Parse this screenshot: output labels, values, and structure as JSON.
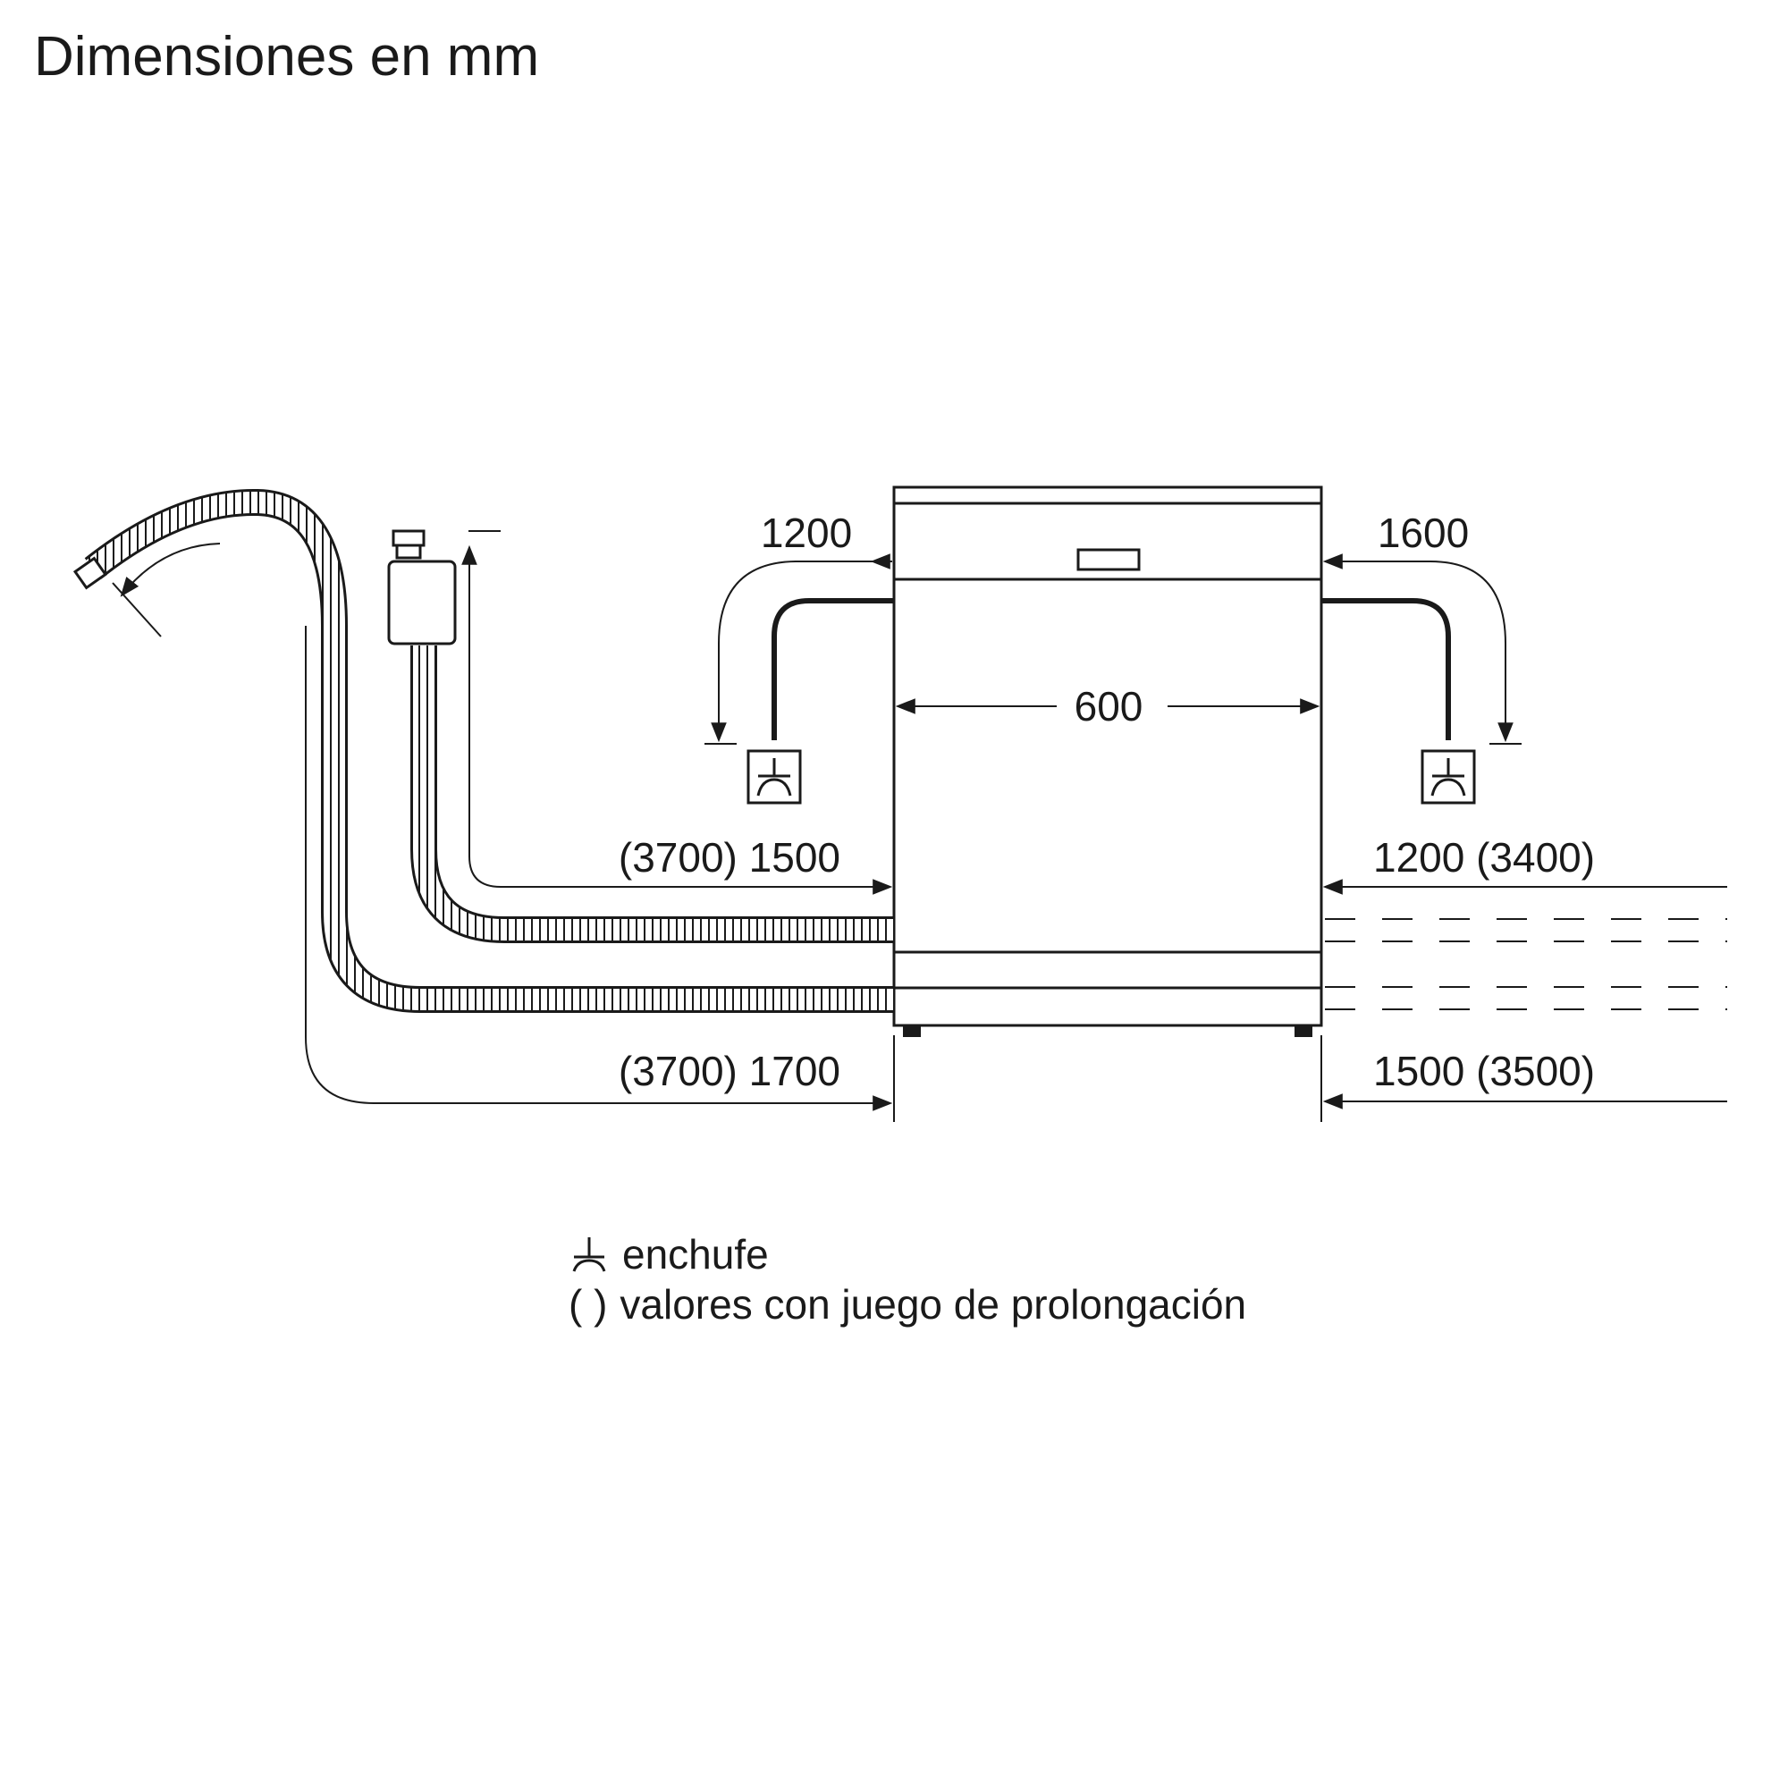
{
  "title": "Dimensiones en mm",
  "dimensions": {
    "width": "600",
    "top_left": "1200",
    "top_right": "1600",
    "mid_left": "(3700) 1500",
    "mid_right": "1200 (3400)",
    "bottom_left": "(3700) 1700",
    "bottom_right": "1500 (3500)"
  },
  "legend": {
    "plug_label": "enchufe",
    "extension_symbol": "( )",
    "extension_label": "valores con juego de prolongación"
  },
  "icons": [
    "plug-icon",
    "dishwasher-outline",
    "drain-hose",
    "inlet-hose",
    "aquastop-valve"
  ]
}
